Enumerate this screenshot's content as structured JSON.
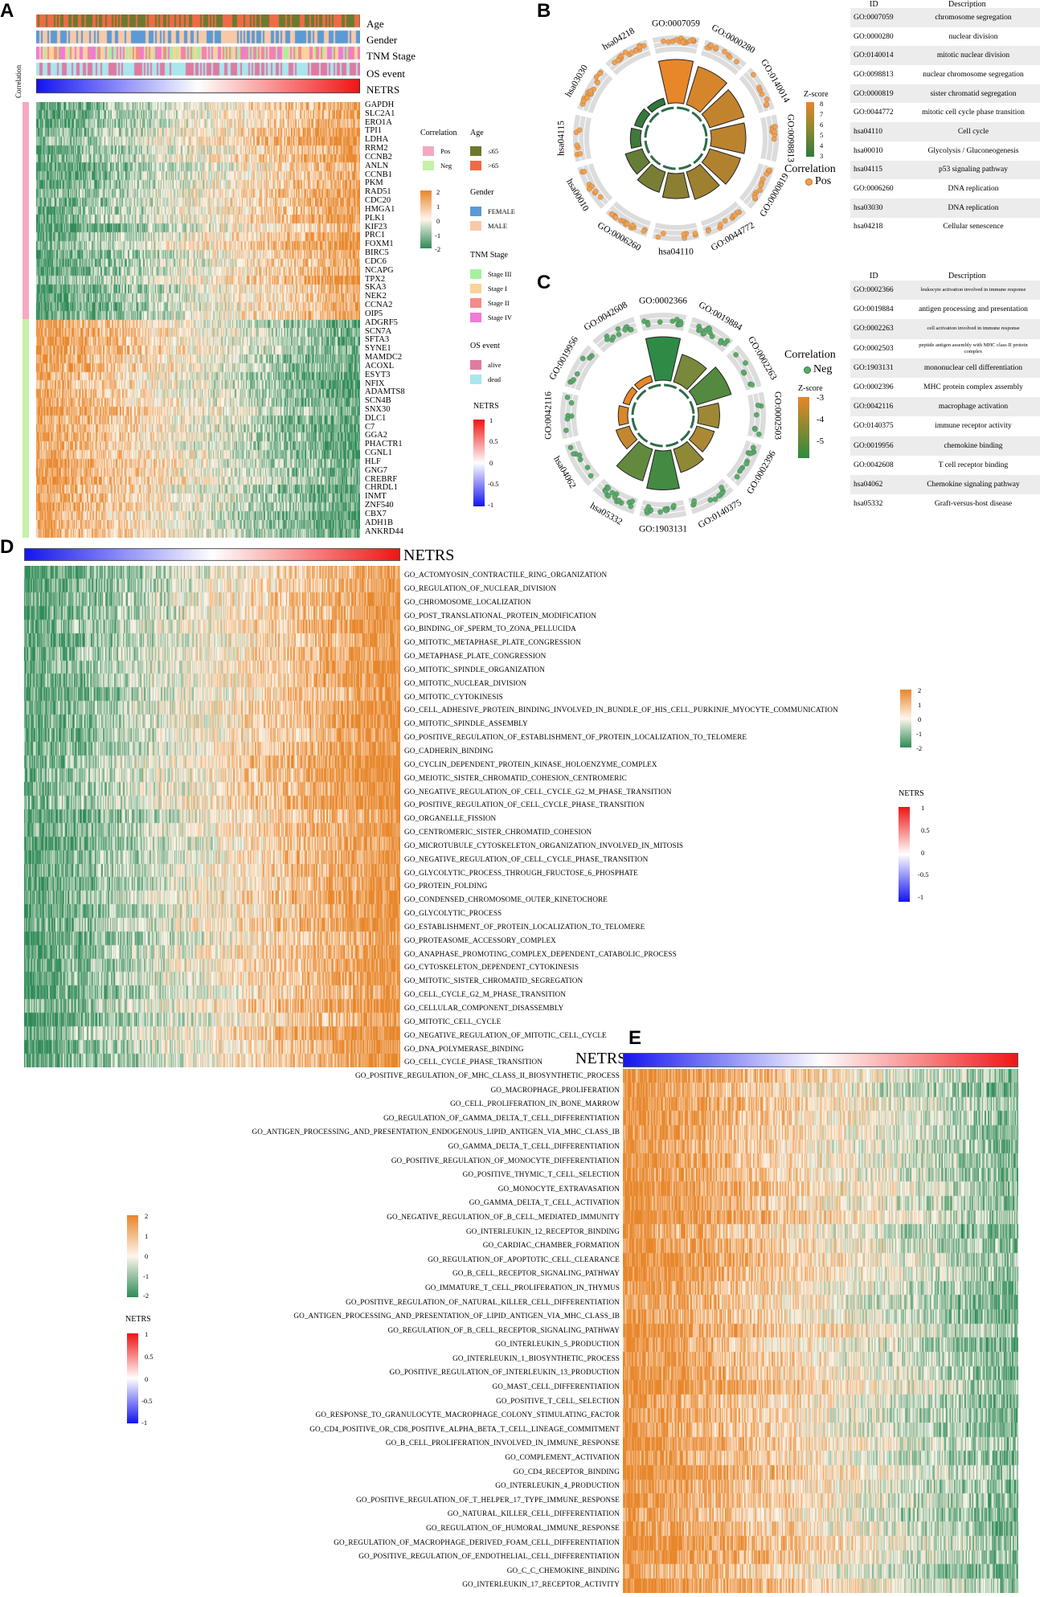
{
  "panels": {
    "A": "A",
    "B": "B",
    "C": "C",
    "D": "D",
    "E": "E"
  },
  "colors": {
    "orange": "#e8862a",
    "green": "#2e8b57",
    "light": "#fff6ee",
    "pos": "#f5a9c0",
    "neg": "#c7f0a8",
    "age_le65": "#6b7a2e",
    "age_gt65": "#f06a45",
    "female": "#5b9bd5",
    "male": "#f7c9a8",
    "stage3": "#a7f0a0",
    "stage1": "#fad29c",
    "stage2": "#f58a8a",
    "stage4": "#f07ad8",
    "alive": "#e07aa0",
    "dead": "#a9e6ee"
  },
  "panelA": {
    "tracks": [
      "Age",
      "Gender",
      "TNM Stage",
      "OS event",
      "NETRS"
    ],
    "side_label": "Correlation",
    "genes": [
      "GAPDH",
      "SLC2A1",
      "ERO1A",
      "TPI1",
      "LDHA",
      "RRM2",
      "CCNB2",
      "ANLN",
      "CCNB1",
      "PKM",
      "RAD51",
      "CDC20",
      "HMGA1",
      "PLK1",
      "KIF23",
      "PRC1",
      "FOXM1",
      "BIRC5",
      "CDC6",
      "NCAPG",
      "TPX2",
      "SKA3",
      "NEK2",
      "CCNA2",
      "OIP5",
      "ADGRF5",
      "SCN7A",
      "SFTA3",
      "SYNE1",
      "MAMDC2",
      "ACOXL",
      "ESYT3",
      "NFIX",
      "ADAMTS8",
      "SCN4B",
      "SNX30",
      "DLC1",
      "C7",
      "GGA2",
      "PHACTR1",
      "CGNL1",
      "HLF",
      "GNG7",
      "CREBRF",
      "CHRDL1",
      "INMT",
      "ZNF540",
      "CBX7",
      "ADH1B",
      "ANKRD44"
    ],
    "legend": {
      "correlation_title": "Correlation",
      "pos": "Pos",
      "neg": "Neg",
      "age_title": "Age",
      "age_le65": "≤65",
      "age_gt65": ">65",
      "gender_title": "Gender",
      "female": "FEMALE",
      "male": "MALE",
      "tnm_title": "TNM Stage",
      "stage3": "Stage III",
      "stage1": "Stage I",
      "stage2": "Stage II",
      "stage4": "Stage IV",
      "os_title": "OS event",
      "alive": "alive",
      "dead": "dead",
      "netrs_title": "NETRS",
      "expr_ticks": [
        "2",
        "1",
        "0",
        "-1",
        "-2"
      ],
      "netrs_ticks": [
        "1",
        "0.5",
        "0",
        "-0.5",
        "-1"
      ]
    }
  },
  "panelB": {
    "outer_labels": [
      "GO:0007059",
      "GO:0000280",
      "GO:0140014",
      "GO:0098813",
      "GO:0000819",
      "GO:0044772",
      "hsa04110",
      "GO:0006260",
      "hsa00010",
      "hsa04115",
      "hsa03030",
      "hsa04218"
    ],
    "zscore_title": "Z-score",
    "zscore_ticks": [
      "8",
      "7",
      "6",
      "5",
      "4",
      "3"
    ],
    "corr_title": "Correlation",
    "corr_value": "Pos",
    "table_headers": [
      "ID",
      "Description"
    ],
    "table": [
      [
        "GO:0007059",
        "chromosome segregation"
      ],
      [
        "GO:0000280",
        "nuclear division"
      ],
      [
        "GO:0140014",
        "mitotic nuclear division"
      ],
      [
        "GO:0098813",
        "nuclear chromosome segregation"
      ],
      [
        "GO:0000819",
        "sister chromatid segregation"
      ],
      [
        "GO:0044772",
        "mitotic cell cycle phase transition"
      ],
      [
        "hsa04110",
        "Cell cycle"
      ],
      [
        "hsa00010",
        "Glycolysis / Gluconeogenesis"
      ],
      [
        "hsa04115",
        "p53 signaling pathway"
      ],
      [
        "GO:0006260",
        "DNA replication"
      ],
      [
        "hsa03030",
        "DNA replication"
      ],
      [
        "hsa04218",
        "Cellular senescence"
      ]
    ]
  },
  "panelC": {
    "outer_labels": [
      "GO:0002366",
      "GO:0019884",
      "GO:0002263",
      "GO:0002503",
      "GO:0002396",
      "GO:0140375",
      "GO:1903131",
      "hsa05332",
      "hsa04062",
      "GO:0042116",
      "GO:0019956",
      "GO:0042608"
    ],
    "zscore_title": "Z-score",
    "zscore_ticks": [
      "-3",
      "-4",
      "-5"
    ],
    "corr_title": "Correlation",
    "corr_value": "Neg",
    "table_headers": [
      "ID",
      "Description"
    ],
    "table": [
      [
        "GO:0002366",
        "leukocyte activation involved in immune response"
      ],
      [
        "GO:0019884",
        "antigen processing and presentation"
      ],
      [
        "GO:0002263",
        "cell activation involved in immune response"
      ],
      [
        "GO:0002503",
        "peptide antigen assembly with MHC class II protein complex"
      ],
      [
        "GO:1903131",
        "mononuclear cell differentiation"
      ],
      [
        "GO:0002396",
        "MHC protein complex assembly"
      ],
      [
        "GO:0042116",
        "macrophage activation"
      ],
      [
        "GO:0140375",
        "immune receptor activity"
      ],
      [
        "GO:0019956",
        "chemokine binding"
      ],
      [
        "GO:0042608",
        "T cell receptor binding"
      ],
      [
        "hsa04062",
        "Chemokine signaling pathway"
      ],
      [
        "hsa05332",
        "Graft-versus-host disease"
      ]
    ]
  },
  "panelD": {
    "netrs_label": "NETRS",
    "terms": [
      "GO_ACTOMYOSIN_CONTRACTILE_RING_ORGANIZATION",
      "GO_REGULATION_OF_NUCLEAR_DIVISION",
      "GO_CHROMOSOME_LOCALIZATION",
      "GO_POST_TRANSLATIONAL_PROTEIN_MODIFICATION",
      "GO_BINDING_OF_SPERM_TO_ZONA_PELLUCIDA",
      "GO_MITOTIC_METAPHASE_PLATE_CONGRESSION",
      "GO_METAPHASE_PLATE_CONGRESSION",
      "GO_MITOTIC_SPINDLE_ORGANIZATION",
      "GO_MITOTIC_NUCLEAR_DIVISION",
      "GO_MITOTIC_CYTOKINESIS",
      "GO_CELL_ADHESIVE_PROTEIN_BINDING_INVOLVED_IN_BUNDLE_OF_HIS_CELL_PURKINJE_MYOCYTE_COMMUNICATION",
      "GO_MITOTIC_SPINDLE_ASSEMBLY",
      "GO_POSITIVE_REGULATION_OF_ESTABLISHMENT_OF_PROTEIN_LOCALIZATION_TO_TELOMERE",
      "GO_CADHERIN_BINDING",
      "GO_CYCLIN_DEPENDENT_PROTEIN_KINASE_HOLOENZYME_COMPLEX",
      "GO_MEIOTIC_SISTER_CHROMATID_COHESION_CENTROMERIC",
      "GO_NEGATIVE_REGULATION_OF_CELL_CYCLE_G2_M_PHASE_TRANSITION",
      "GO_POSITIVE_REGULATION_OF_CELL_CYCLE_PHASE_TRANSITION",
      "GO_ORGANELLE_FISSION",
      "GO_CENTROMERIC_SISTER_CHROMATID_COHESION",
      "GO_MICROTUBULE_CYTOSKELETON_ORGANIZATION_INVOLVED_IN_MITOSIS",
      "GO_NEGATIVE_REGULATION_OF_CELL_CYCLE_PHASE_TRANSITION",
      "GO_GLYCOLYTIC_PROCESS_THROUGH_FRUCTOSE_6_PHOSPHATE",
      "GO_PROTEIN_FOLDING",
      "GO_CONDENSED_CHROMOSOME_OUTER_KINETOCHORE",
      "GO_GLYCOLYTIC_PROCESS",
      "GO_ESTABLISHMENT_OF_PROTEIN_LOCALIZATION_TO_TELOMERE",
      "GO_PROTEASOME_ACCESSORY_COMPLEX",
      "GO_ANAPHASE_PROMOTING_COMPLEX_DEPENDENT_CATABOLIC_PROCESS",
      "GO_CYTOSKELETON_DEPENDENT_CYTOKINESIS",
      "GO_MITOTIC_SISTER_CHROMATID_SEGREGATION",
      "GO_CELL_CYCLE_G2_M_PHASE_TRANSITION",
      "GO_CELLULAR_COMPONENT_DISASSEMBLY",
      "GO_MITOTIC_CELL_CYCLE",
      "GO_NEGATIVE_REGULATION_OF_MITOTIC_CELL_CYCLE",
      "GO_DNA_POLYMERASE_BINDING",
      "GO_CELL_CYCLE_PHASE_TRANSITION"
    ],
    "expr_ticks": [
      "2",
      "1",
      "0",
      "-1",
      "-2"
    ],
    "netrs_title": "NETRS",
    "netrs_ticks": [
      "1",
      "0.5",
      "0",
      "-0.5",
      "-1"
    ]
  },
  "panelE": {
    "netrs_label": "NETRS",
    "terms": [
      "GO_POSITIVE_REGULATION_OF_MHC_CLASS_II_BIOSYNTHETIC_PROCESS",
      "GO_MACROPHAGE_PROLIFERATION",
      "GO_CELL_PROLIFERATION_IN_BONE_MARROW",
      "GO_REGULATION_OF_GAMMA_DELTA_T_CELL_DIFFERENTIATION",
      "GO_ANTIGEN_PROCESSING_AND_PRESENTATION_ENDOGENOUS_LIPID_ANTIGEN_VIA_MHC_CLASS_IB",
      "GO_GAMMA_DELTA_T_CELL_DIFFERENTIATION",
      "GO_POSITIVE_REGULATION_OF_MONOCYTE_DIFFERENTIATION",
      "GO_POSITIVE_THYMIC_T_CELL_SELECTION",
      "GO_MONOCYTE_EXTRAVASATION",
      "GO_GAMMA_DELTA_T_CELL_ACTIVATION",
      "GO_NEGATIVE_REGULATION_OF_B_CELL_MEDIATED_IMMUNITY",
      "GO_INTERLEUKIN_12_RECEPTOR_BINDING",
      "GO_CARDIAC_CHAMBER_FORMATION",
      "GO_REGULATION_OF_APOPTOTIC_CELL_CLEARANCE",
      "GO_B_CELL_RECEPTOR_SIGNALING_PATHWAY",
      "GO_IMMATURE_T_CELL_PROLIFERATION_IN_THYMUS",
      "GO_POSITIVE_REGULATION_OF_NATURAL_KILLER_CELL_DIFFERENTIATION",
      "GO_ANTIGEN_PROCESSING_AND_PRESENTATION_OF_LIPID_ANTIGEN_VIA_MHC_CLASS_IB",
      "GO_REGULATION_OF_B_CELL_RECEPTOR_SIGNALING_PATHWAY",
      "GO_INTERLEUKIN_5_PRODUCTION",
      "GO_INTERLEUKIN_1_BIOSYNTHETIC_PROCESS",
      "GO_POSITIVE_REGULATION_OF_INTERLEUKIN_13_PRODUCTION",
      "GO_MAST_CELL_DIFFERENTIATION",
      "GO_POSITIVE_T_CELL_SELECTION",
      "GO_RESPONSE_TO_GRANULOCYTE_MACROPHAGE_COLONY_STIMULATING_FACTOR",
      "GO_CD4_POSITIVE_OR_CD8_POSITIVE_ALPHA_BETA_T_CELL_LINEAGE_COMMITMENT",
      "GO_B_CELL_PROLIFERATION_INVOLVED_IN_IMMUNE_RESPONSE",
      "GO_COMPLEMENT_ACTIVATION",
      "GO_CD4_RECEPTOR_BINDING",
      "GO_INTERLEUKIN_4_PRODUCTION",
      "GO_POSITIVE_REGULATION_OF_T_HELPER_17_TYPE_IMMUNE_RESPONSE",
      "GO_NATURAL_KILLER_CELL_DIFFERENTIATION",
      "GO_REGULATION_OF_HUMORAL_IMMUNE_RESPONSE",
      "GO_REGULATION_OF_MACROPHAGE_DERIVED_FOAM_CELL_DIFFERENTIATION",
      "GO_POSITIVE_REGULATION_OF_ENDOTHELIAL_CELL_DIFFERENTIATION",
      "GO_C_C_CHEMOKINE_BINDING",
      "GO_INTERLEUKIN_17_RECEPTOR_ACTIVITY"
    ],
    "expr_ticks": [
      "2",
      "1",
      "0",
      "-1",
      "-2"
    ],
    "netrs_title": "NETRS",
    "netrs_ticks": [
      "1",
      "0.5",
      "0",
      "-0.5",
      "-1"
    ]
  },
  "chart_data": [
    {
      "type": "heatmap",
      "panel": "A",
      "rows_top": "Pos-correlated genes (25, GAPDH..OIP5)",
      "rows_bottom": "Neg-correlated genes (25, ADGRF5..ANKRD44)",
      "columns": "samples ordered by NETRS (low→high)",
      "color_range": [
        -2,
        2
      ],
      "netrs_range": [
        -1,
        1
      ]
    },
    {
      "type": "bar",
      "panel": "B",
      "subtype": "circular GO plot",
      "categories": [
        "GO:0007059",
        "GO:0000280",
        "GO:0140014",
        "GO:0098813",
        "GO:0000819",
        "GO:0044772",
        "hsa04110",
        "GO:0006260",
        "hsa00010",
        "hsa04115",
        "hsa03030",
        "hsa04218"
      ],
      "zscore": [
        8,
        7.5,
        7,
        6.8,
        6.5,
        6,
        5.5,
        5,
        4.5,
        3.5,
        3.2,
        3
      ],
      "zscore_range": [
        3,
        8
      ]
    },
    {
      "type": "bar",
      "panel": "C",
      "subtype": "circular GO plot",
      "categories": [
        "GO:0002366",
        "GO:0019884",
        "GO:0002263",
        "GO:0002503",
        "GO:0002396",
        "GO:0140375",
        "GO:1903131",
        "hsa05332",
        "hsa04062",
        "GO:0042116",
        "GO:0019956",
        "GO:0042608"
      ],
      "zscore": [
        -5.5,
        -4.5,
        -5,
        -4,
        -3.8,
        -4.2,
        -5.2,
        -4.8,
        -3.5,
        -3.2,
        -3,
        -3
      ],
      "zscore_range": [
        -5.5,
        -3
      ]
    },
    {
      "type": "heatmap",
      "panel": "D",
      "rows": 37,
      "columns": "samples ordered by NETRS",
      "color_range": [
        -2,
        2
      ]
    },
    {
      "type": "heatmap",
      "panel": "E",
      "rows": 37,
      "columns": "samples ordered by NETRS",
      "color_range": [
        -2,
        2
      ]
    }
  ]
}
